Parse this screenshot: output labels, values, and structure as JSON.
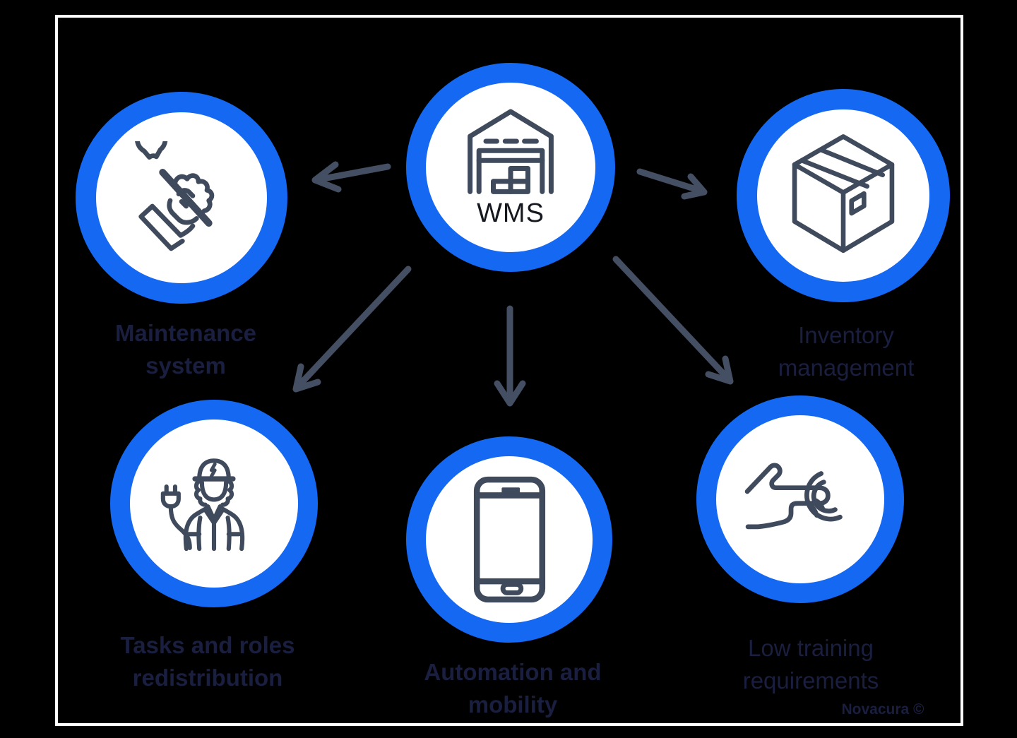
{
  "diagram": {
    "center": {
      "label": "WMS",
      "icon": "warehouse-icon"
    },
    "nodes": [
      {
        "id": "maintenance-system",
        "label": "Maintenance\nsystem",
        "icon": "wrench-hand-icon"
      },
      {
        "id": "inventory-management",
        "label": "Inventory\nmanagement",
        "icon": "package-box-icon"
      },
      {
        "id": "tasks-and-roles",
        "label": "Tasks and roles\nredistribution",
        "icon": "worker-icon"
      },
      {
        "id": "automation-mobility",
        "label": "Automation and\nmobility",
        "icon": "smartphone-icon"
      },
      {
        "id": "low-training",
        "label": "Low training\nrequirements",
        "icon": "tap-gesture-icon"
      }
    ],
    "watermark": "Novacura ©",
    "colors": {
      "ring_blue": "#1568F2",
      "icon_stroke": "#3F4A5C",
      "arrow_gray": "#454F63",
      "label_navy": "#1A1E3F",
      "frame_white": "#FFFFFF",
      "background": "#000000"
    }
  }
}
